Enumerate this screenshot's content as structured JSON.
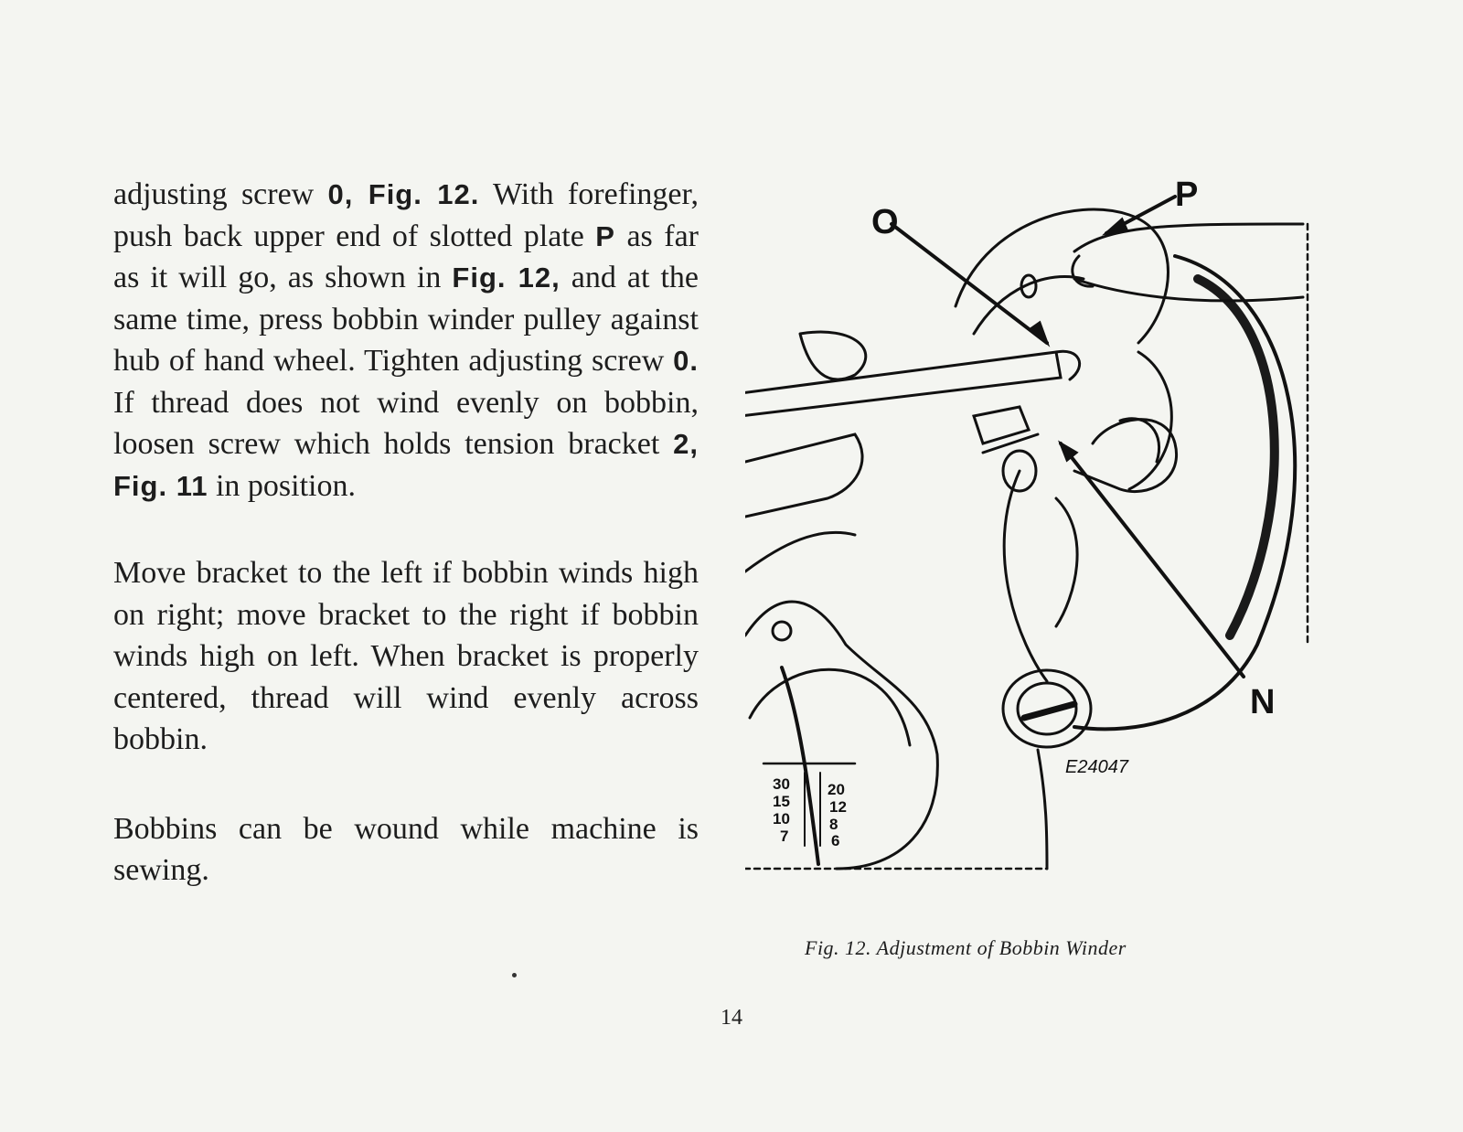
{
  "paragraphs": [
    {
      "runs": [
        {
          "t": "adjusting screw ",
          "b": false
        },
        {
          "t": "0, Fig. 12.",
          "b": true
        },
        {
          "t": " With fore­finger, push back upper end of slotted plate ",
          "b": false
        },
        {
          "t": "P",
          "b": true
        },
        {
          "t": " as far as it will go, as shown in ",
          "b": false
        },
        {
          "t": "Fig. 12,",
          "b": true
        },
        {
          "t": " and at the same time, press bobbin winder pulley against hub of hand wheel. Tighten adjusting screw ",
          "b": false
        },
        {
          "t": "0.",
          "b": true
        },
        {
          "t": " If thread does not wind evenly on bob­bin, loosen screw which holds tension bracket ",
          "b": false
        },
        {
          "t": "2, Fig. 11",
          "b": true
        },
        {
          "t": " in position.",
          "b": false
        }
      ]
    },
    {
      "runs": [
        {
          "t": "Move bracket to the left if bobbin winds high on right; move bracket to the right if bobbin winds high on left. When bracket is properly centered, thread will wind evenly across bobbin.",
          "b": false
        }
      ]
    },
    {
      "runs": [
        {
          "t": "Bobbins can be wound while machine is sewing.",
          "b": false
        }
      ]
    }
  ],
  "figure": {
    "labels": {
      "o": "O",
      "p": "P",
      "n": "N"
    },
    "code": "E24047",
    "dial_left": [
      "30",
      "15",
      "10",
      "7"
    ],
    "dial_right": [
      "20",
      "12",
      "8",
      "6"
    ],
    "caption": "Fig. 12. Adjustment of Bobbin Winder"
  },
  "page_number": "14"
}
